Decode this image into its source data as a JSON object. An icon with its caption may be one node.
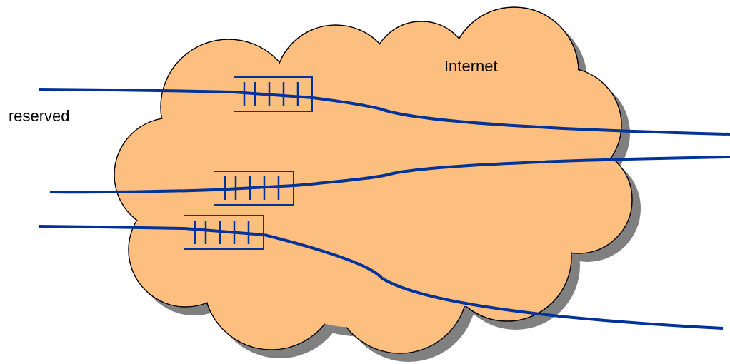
{
  "diagram": {
    "nodes": [
      {
        "text": [
          "Internet"
        ]
      },
      {
        "text": [],
        "shape": "box",
        "in": 0
      },
      {
        "text": [],
        "shape": "box",
        "in": 0
      },
      {
        "text": [],
        "shape": "box",
        "in": 0
      }
    ],
    "edges": [
      {
        "from": null,
        "to": 1,
        "arrow": "none"
      },
      {
        "from": 1,
        "to": null,
        "arrow": "none"
      },
      {
        "from": null,
        "to": 2,
        "arrow": "none"
      },
      {
        "from": 2,
        "to": null,
        "arrow": "none"
      },
      {
        "from": null,
        "to": 3,
        "arrow": "none"
      },
      {
        "from": 3,
        "to": null,
        "arrow": "none"
      }
    ],
    "labels": [
      "reserved"
    ]
  }
}
